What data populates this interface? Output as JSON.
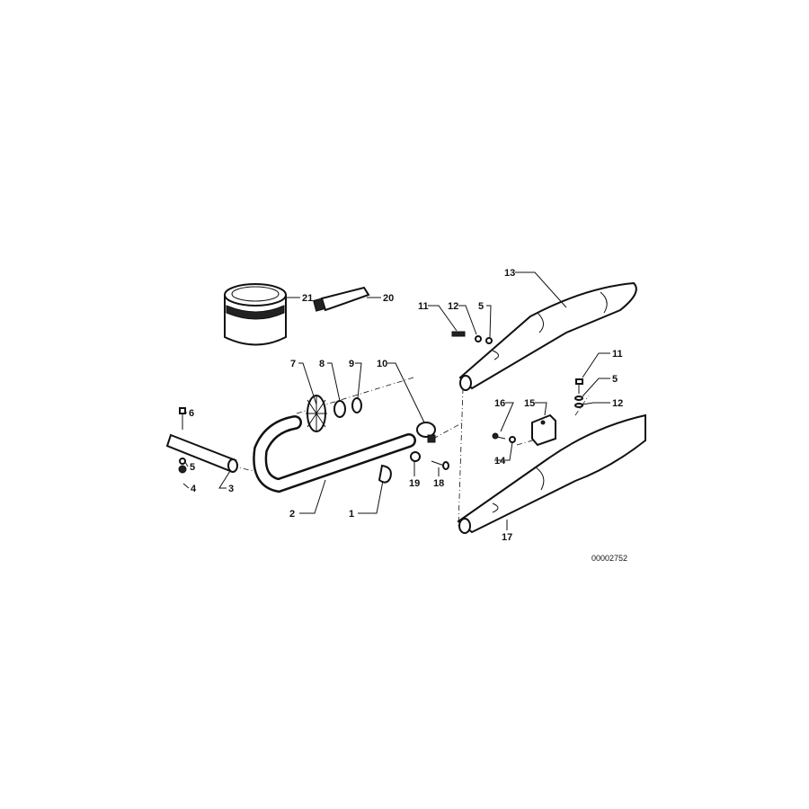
{
  "diagram": {
    "callouts": {
      "p1": "1",
      "p2": "2",
      "p3": "3",
      "p4": "4",
      "p5a": "5",
      "p5b": "5",
      "p5c": "5",
      "p6": "6",
      "p7": "7",
      "p8": "8",
      "p9": "9",
      "p10": "10",
      "p11a": "11",
      "p11b": "11",
      "p12a": "12",
      "p12b": "12",
      "p13": "13",
      "p14": "14",
      "p15": "15",
      "p16": "16",
      "p17": "17",
      "p18": "18",
      "p19": "19",
      "p20": "20",
      "p21": "21"
    },
    "drawing_number": "00002752"
  }
}
